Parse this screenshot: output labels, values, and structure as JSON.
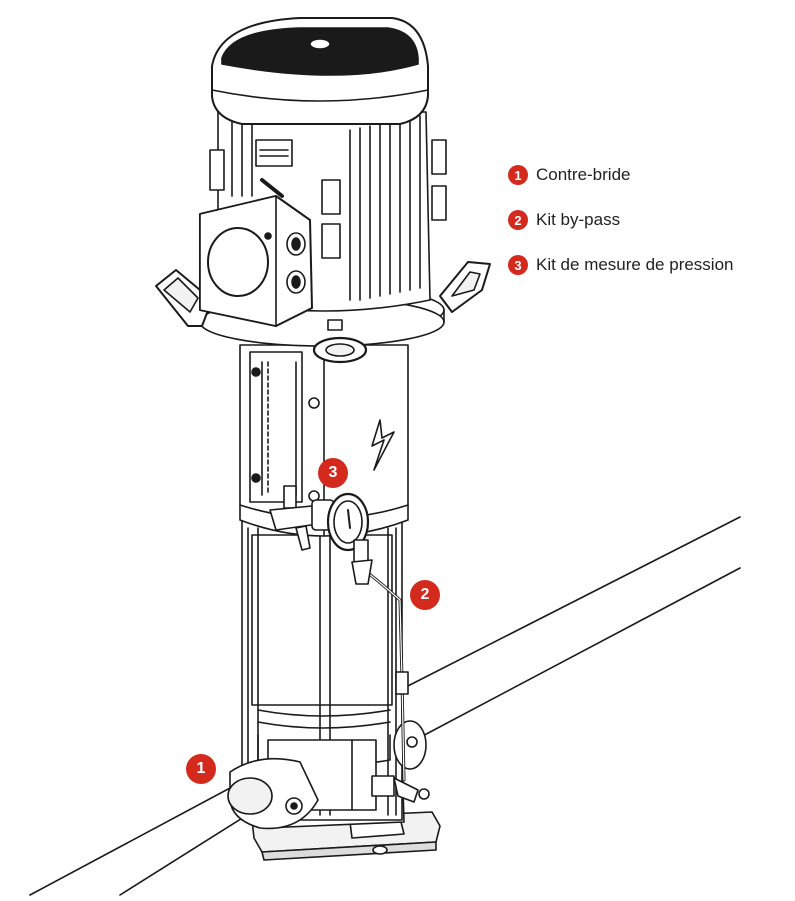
{
  "legend": {
    "items": [
      {
        "number": "1",
        "label": "Contre-bride"
      },
      {
        "number": "2",
        "label": "Kit by-pass"
      },
      {
        "number": "3",
        "label": "Kit de mesure de pression"
      }
    ]
  },
  "callouts": {
    "counter_flange": "1",
    "bypass_kit": "2",
    "pressure_kit": "3"
  },
  "colors": {
    "accent": "#d42a1e",
    "line": "#1a1a1a",
    "fill": "#ffffff",
    "shade": "#e6e6e6"
  }
}
